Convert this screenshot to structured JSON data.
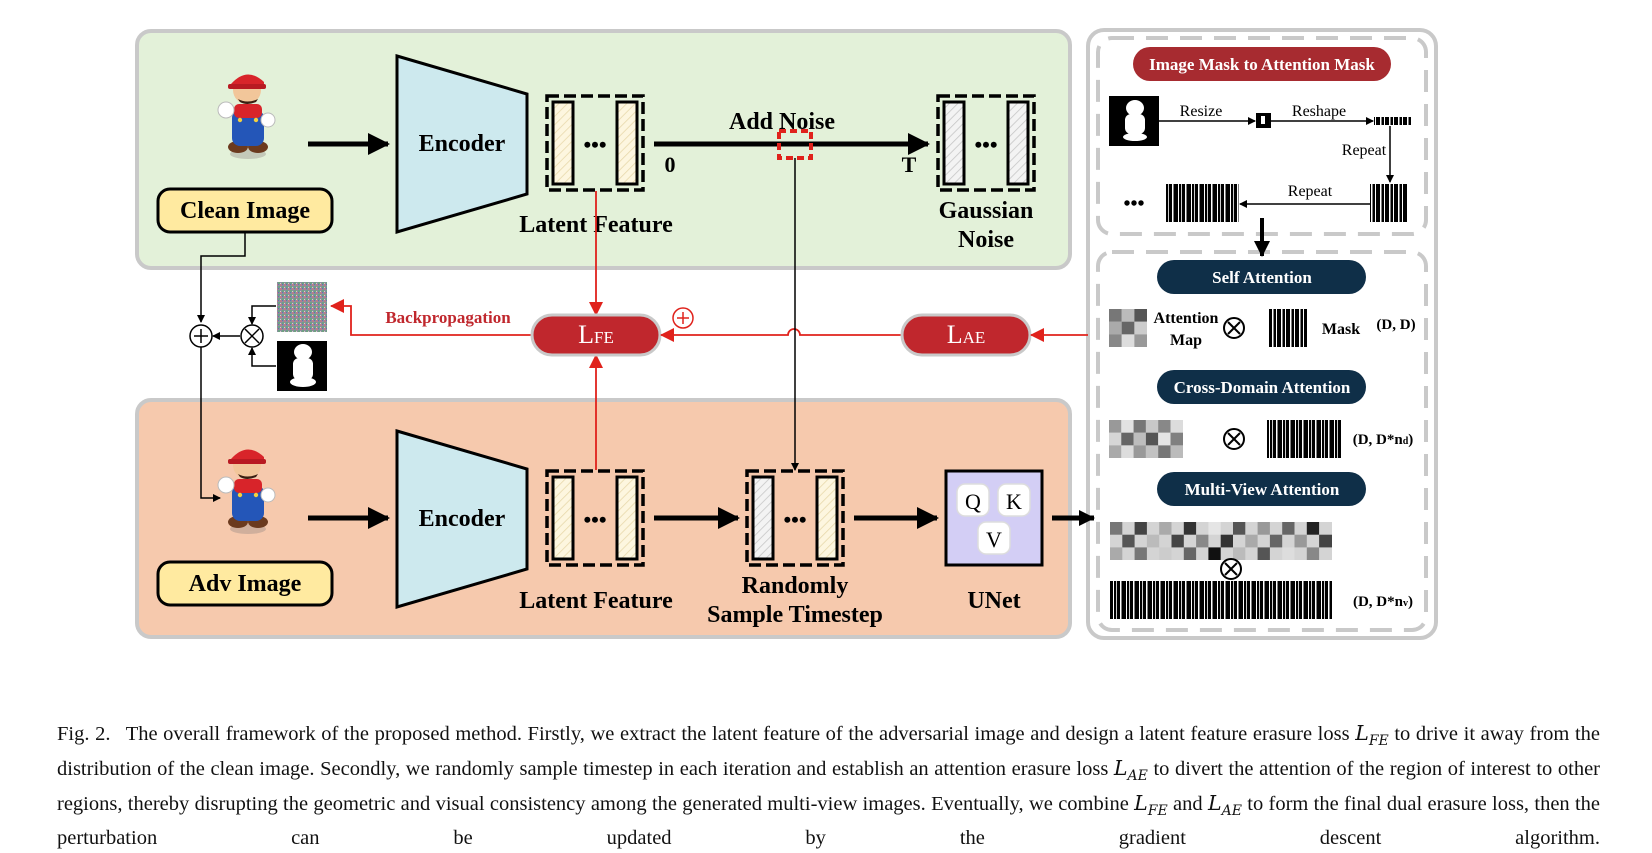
{
  "figure": {
    "labels": {
      "clean_image": "Clean Image",
      "adv_image": "Adv Image",
      "encoder": "Encoder",
      "latent_feature": "Latent Feature",
      "add_noise": "Add Noise",
      "t0": "0",
      "tT": "T",
      "gaussian_noise_l1": "Gaussian",
      "gaussian_noise_l2": "Noise",
      "backpropagation": "Backpropagation",
      "lfe_main": "L",
      "lfe_sub": "FE",
      "lae_main": "L",
      "lae_sub": "AE",
      "random_l1": "Randomly",
      "random_l2": "Sample Timestep",
      "unet": "UNet",
      "q": "Q",
      "k": "K",
      "v": "V",
      "ellipsis": "•••"
    },
    "right_panel": {
      "mask_title": "Image Mask to Attention Mask",
      "resize": "Resize",
      "reshape": "Reshape",
      "repeat_1": "Repeat",
      "repeat_2": "Repeat",
      "self_attention": "Self Attention",
      "attention_map_l1": "Attention",
      "attention_map_l2": "Map",
      "mask": "Mask",
      "dim_self": "(D, D)",
      "cross_domain_attention": "Cross-Domain Attention",
      "dim_cross_main": "(D, D*n",
      "dim_cross_sub": "d",
      "multi_view_attention": "Multi-View Attention",
      "dim_multi_main": "(D, D*n",
      "dim_multi_sub": "v",
      "close_paren": ")"
    },
    "colors": {
      "top_panel": "#e3f1d9",
      "bottom_panel": "#f6c9ad",
      "encoder": "#cde9ee",
      "loss_red": "#c0272d",
      "badge_navy": "#0f2f48",
      "label_yellow": "#ffeaa0",
      "unet_purple": "#d3cef5"
    }
  },
  "caption": {
    "label": "Fig. 2.",
    "seg1": "The overall framework of the proposed method. Firstly, we extract the latent feature of the adversarial image and design a latent feature erasure loss",
    "var_L": "L",
    "sub_FE": "FE",
    "sub_AE": "AE",
    "seg2": "to drive it away from the distribution of the clean image. Secondly, we randomly sample timestep in each iteration and establish an attention erasure loss",
    "seg3": "to divert the attention of the region of interest to other regions, thereby disrupting the geometric and visual consistency among the generated multi-view images. Eventually, we combine",
    "seg4": "and",
    "seg5": "to form the final dual erasure loss, then the perturbation can be updated by the gradient descent algorithm."
  }
}
